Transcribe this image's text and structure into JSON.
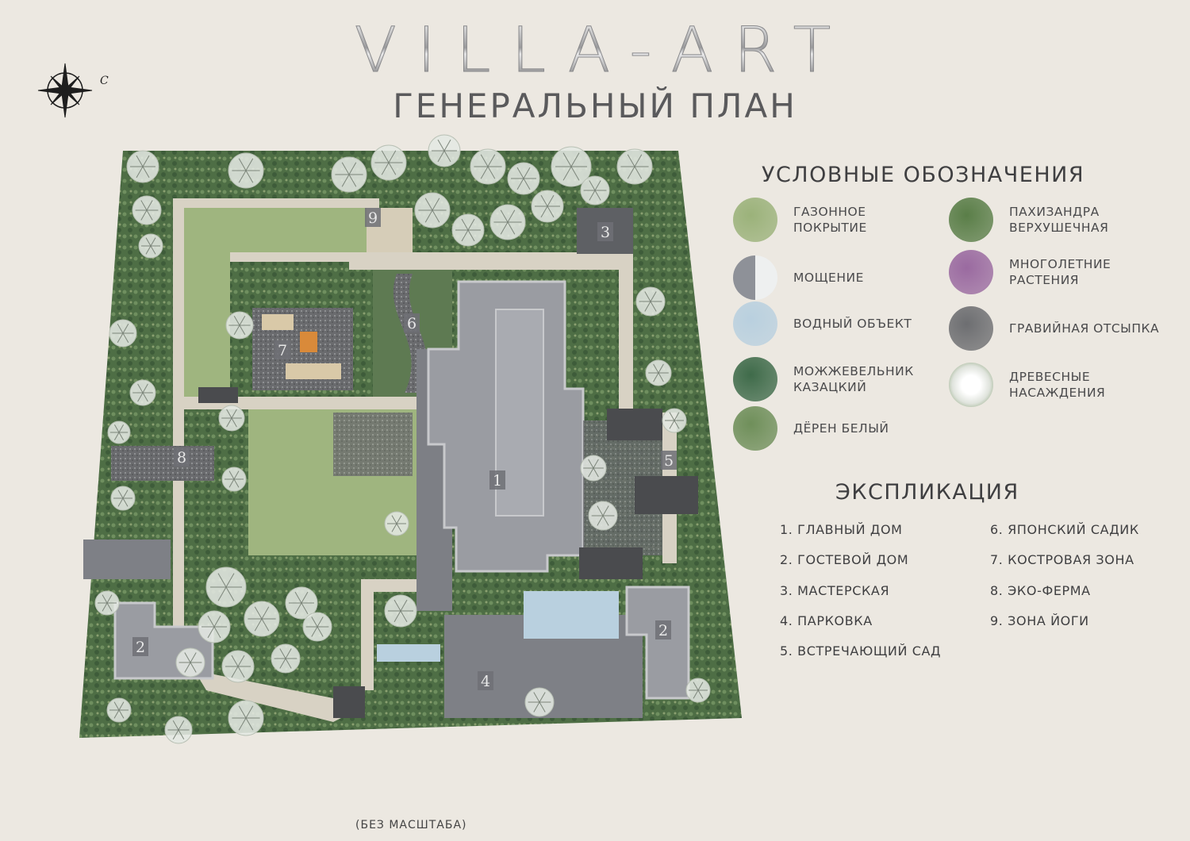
{
  "header": {
    "title": "VILLA-ART",
    "subtitle": "ГЕНЕРАЛЬНЫЙ ПЛАН",
    "compass_label": "С"
  },
  "legend": {
    "title": "УСЛОВНЫЕ ОБОЗНАЧЕНИЯ",
    "items": [
      {
        "label": "ГАЗОННОЕ\nПОКРЫТИЕ",
        "color": "#9bb27a"
      },
      {
        "label": "МОЩЕНИЕ",
        "color": "#8e9198"
      },
      {
        "label": "ВОДНЫЙ ОБЪЕКТ",
        "color": "#b9d0df"
      },
      {
        "label": "МОЖЖЕВЕЛЬНИК\nКАЗАЦКИЙ",
        "color": "#3f6b4a"
      },
      {
        "label": "ДЁРЕН БЕЛЫЙ",
        "color": "#6f8f5a"
      },
      {
        "label": "ПАХИЗАНДРА\nВЕРХУШЕЧНАЯ",
        "color": "#5a7e48"
      },
      {
        "label": "МНОГОЛЕТНИЕ\nРАСТЕНИЯ",
        "color": "#9a6aa0"
      },
      {
        "label": "ГРАВИЙНАЯ ОТСЫПКА",
        "color": "#6d6e71"
      },
      {
        "label": "ДРЕВЕСНЫЕ\nНАСАЖДЕНИЯ",
        "color": "#e6e9e4"
      }
    ]
  },
  "explication": {
    "title": "ЭКСПЛИКАЦИЯ",
    "items": [
      "1. ГЛАВНЫЙ ДОМ",
      "2. ГОСТЕВОЙ ДОМ",
      "3. МАСТЕРСКАЯ",
      "4. ПАРКОВКА",
      "5. ВСТРЕЧАЮЩИЙ САД",
      "6. ЯПОНСКИЙ САДИК",
      "7. КОСТРОВАЯ ЗОНА",
      "8. ЭКО-ФЕРМА",
      "9. ЗОНА ЙОГИ"
    ]
  },
  "plan": {
    "markers": [
      "1",
      "2",
      "2",
      "3",
      "4",
      "5",
      "6",
      "7",
      "8",
      "9"
    ]
  },
  "footer": {
    "scale_note": "(БЕЗ МАСШТАБА)"
  }
}
